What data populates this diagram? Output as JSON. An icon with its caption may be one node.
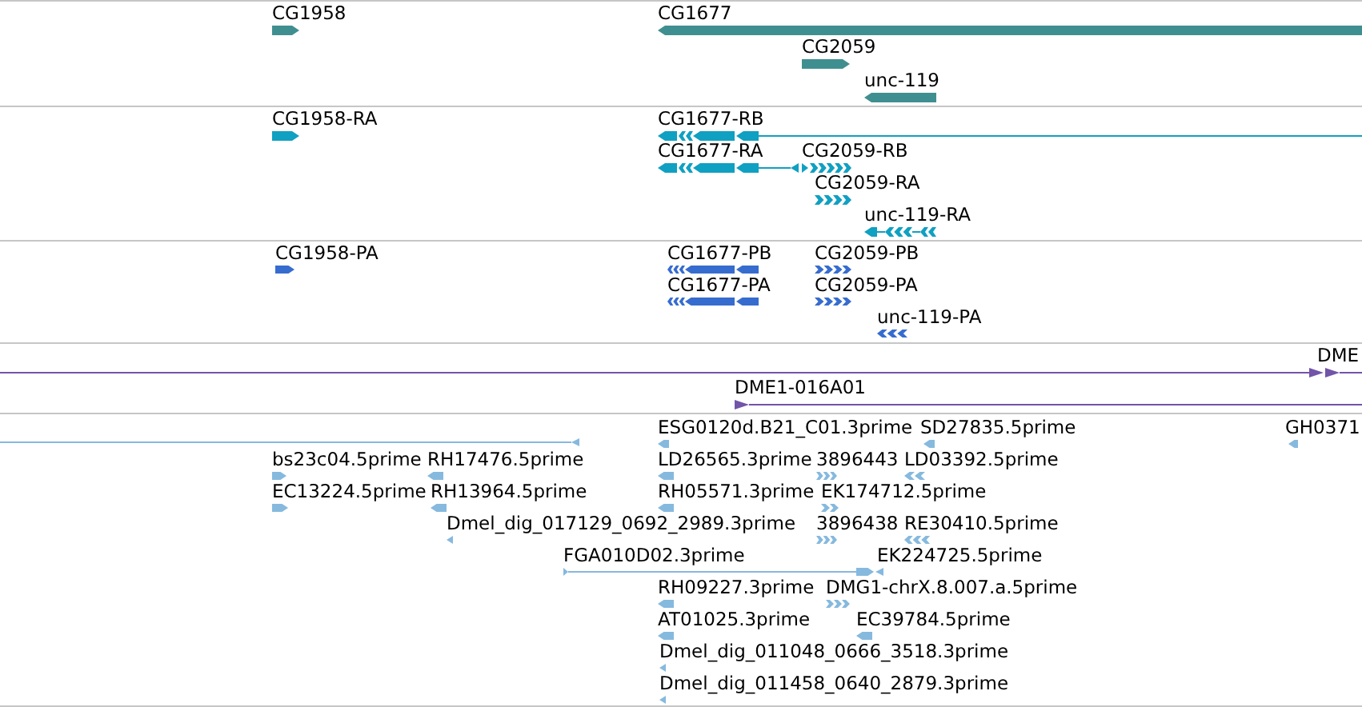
{
  "diagram": {
    "nodes": [
      {
        "text": [
          "CG1958"
        ]
      },
      {
        "text": [
          "CG1677"
        ]
      },
      {
        "text": [
          "CG2059"
        ]
      },
      {
        "text": [
          "unc-119"
        ]
      },
      {
        "text": [
          "CG1958-RA"
        ]
      },
      {
        "text": [
          "CG1677-RB"
        ]
      },
      {
        "text": [
          "CG1677-RA"
        ]
      },
      {
        "text": [
          "CG2059-RB"
        ]
      },
      {
        "text": [
          "CG2059-RA"
        ]
      },
      {
        "text": [
          "unc-119-RA"
        ]
      },
      {
        "text": [
          "CG1958-PA"
        ]
      },
      {
        "text": [
          "CG1677-PB"
        ]
      },
      {
        "text": [
          "CG2059-PB"
        ]
      },
      {
        "text": [
          "CG1677-PA"
        ]
      },
      {
        "text": [
          "CG2059-PA"
        ]
      },
      {
        "text": [
          "unc-119-PA"
        ]
      },
      {
        "text": [
          "DME"
        ]
      },
      {
        "text": [],
        "shape": "line"
      },
      {
        "text": [
          "DME1-016A01"
        ]
      },
      {
        "text": [
          "ESG0120d.B21_C01.3prime"
        ]
      },
      {
        "text": [
          "SD27835.5prime"
        ]
      },
      {
        "text": [
          "GH0371"
        ]
      },
      {
        "text": [],
        "shape": "line"
      },
      {
        "text": [
          "bs23c04.5prime"
        ]
      },
      {
        "text": [
          "RH17476.5prime"
        ]
      },
      {
        "text": [
          "LD26565.3prime"
        ]
      },
      {
        "text": [
          "3896443"
        ]
      },
      {
        "text": [
          "LD03392.5prime"
        ]
      },
      {
        "text": [
          "EC13224.5prime"
        ]
      },
      {
        "text": [
          "RH13964.5prime"
        ]
      },
      {
        "text": [
          "RH05571.3prime"
        ]
      },
      {
        "text": [
          "EK174712.5prime"
        ]
      },
      {
        "text": [
          "Dmel_dig_017129_0692_2989.3prime"
        ]
      },
      {
        "text": [
          "3896438"
        ]
      },
      {
        "text": [
          "RE30410.5prime"
        ]
      },
      {
        "text": [
          "FGA010D02.3prime"
        ]
      },
      {
        "text": [
          "EK224725.5prime"
        ]
      },
      {
        "text": [
          "RH09227.3prime"
        ]
      },
      {
        "text": [
          "DMG1-chrX.8.007.a.5prime"
        ]
      },
      {
        "text": [
          "AT01025.3prime"
        ]
      },
      {
        "text": [
          "EC39784.5prime"
        ]
      },
      {
        "text": [
          "Dmel_dig_011048_0666_3518.3prime"
        ]
      },
      {
        "text": [
          "Dmel_dig_011458_0640_2879.3prime"
        ]
      }
    ]
  }
}
